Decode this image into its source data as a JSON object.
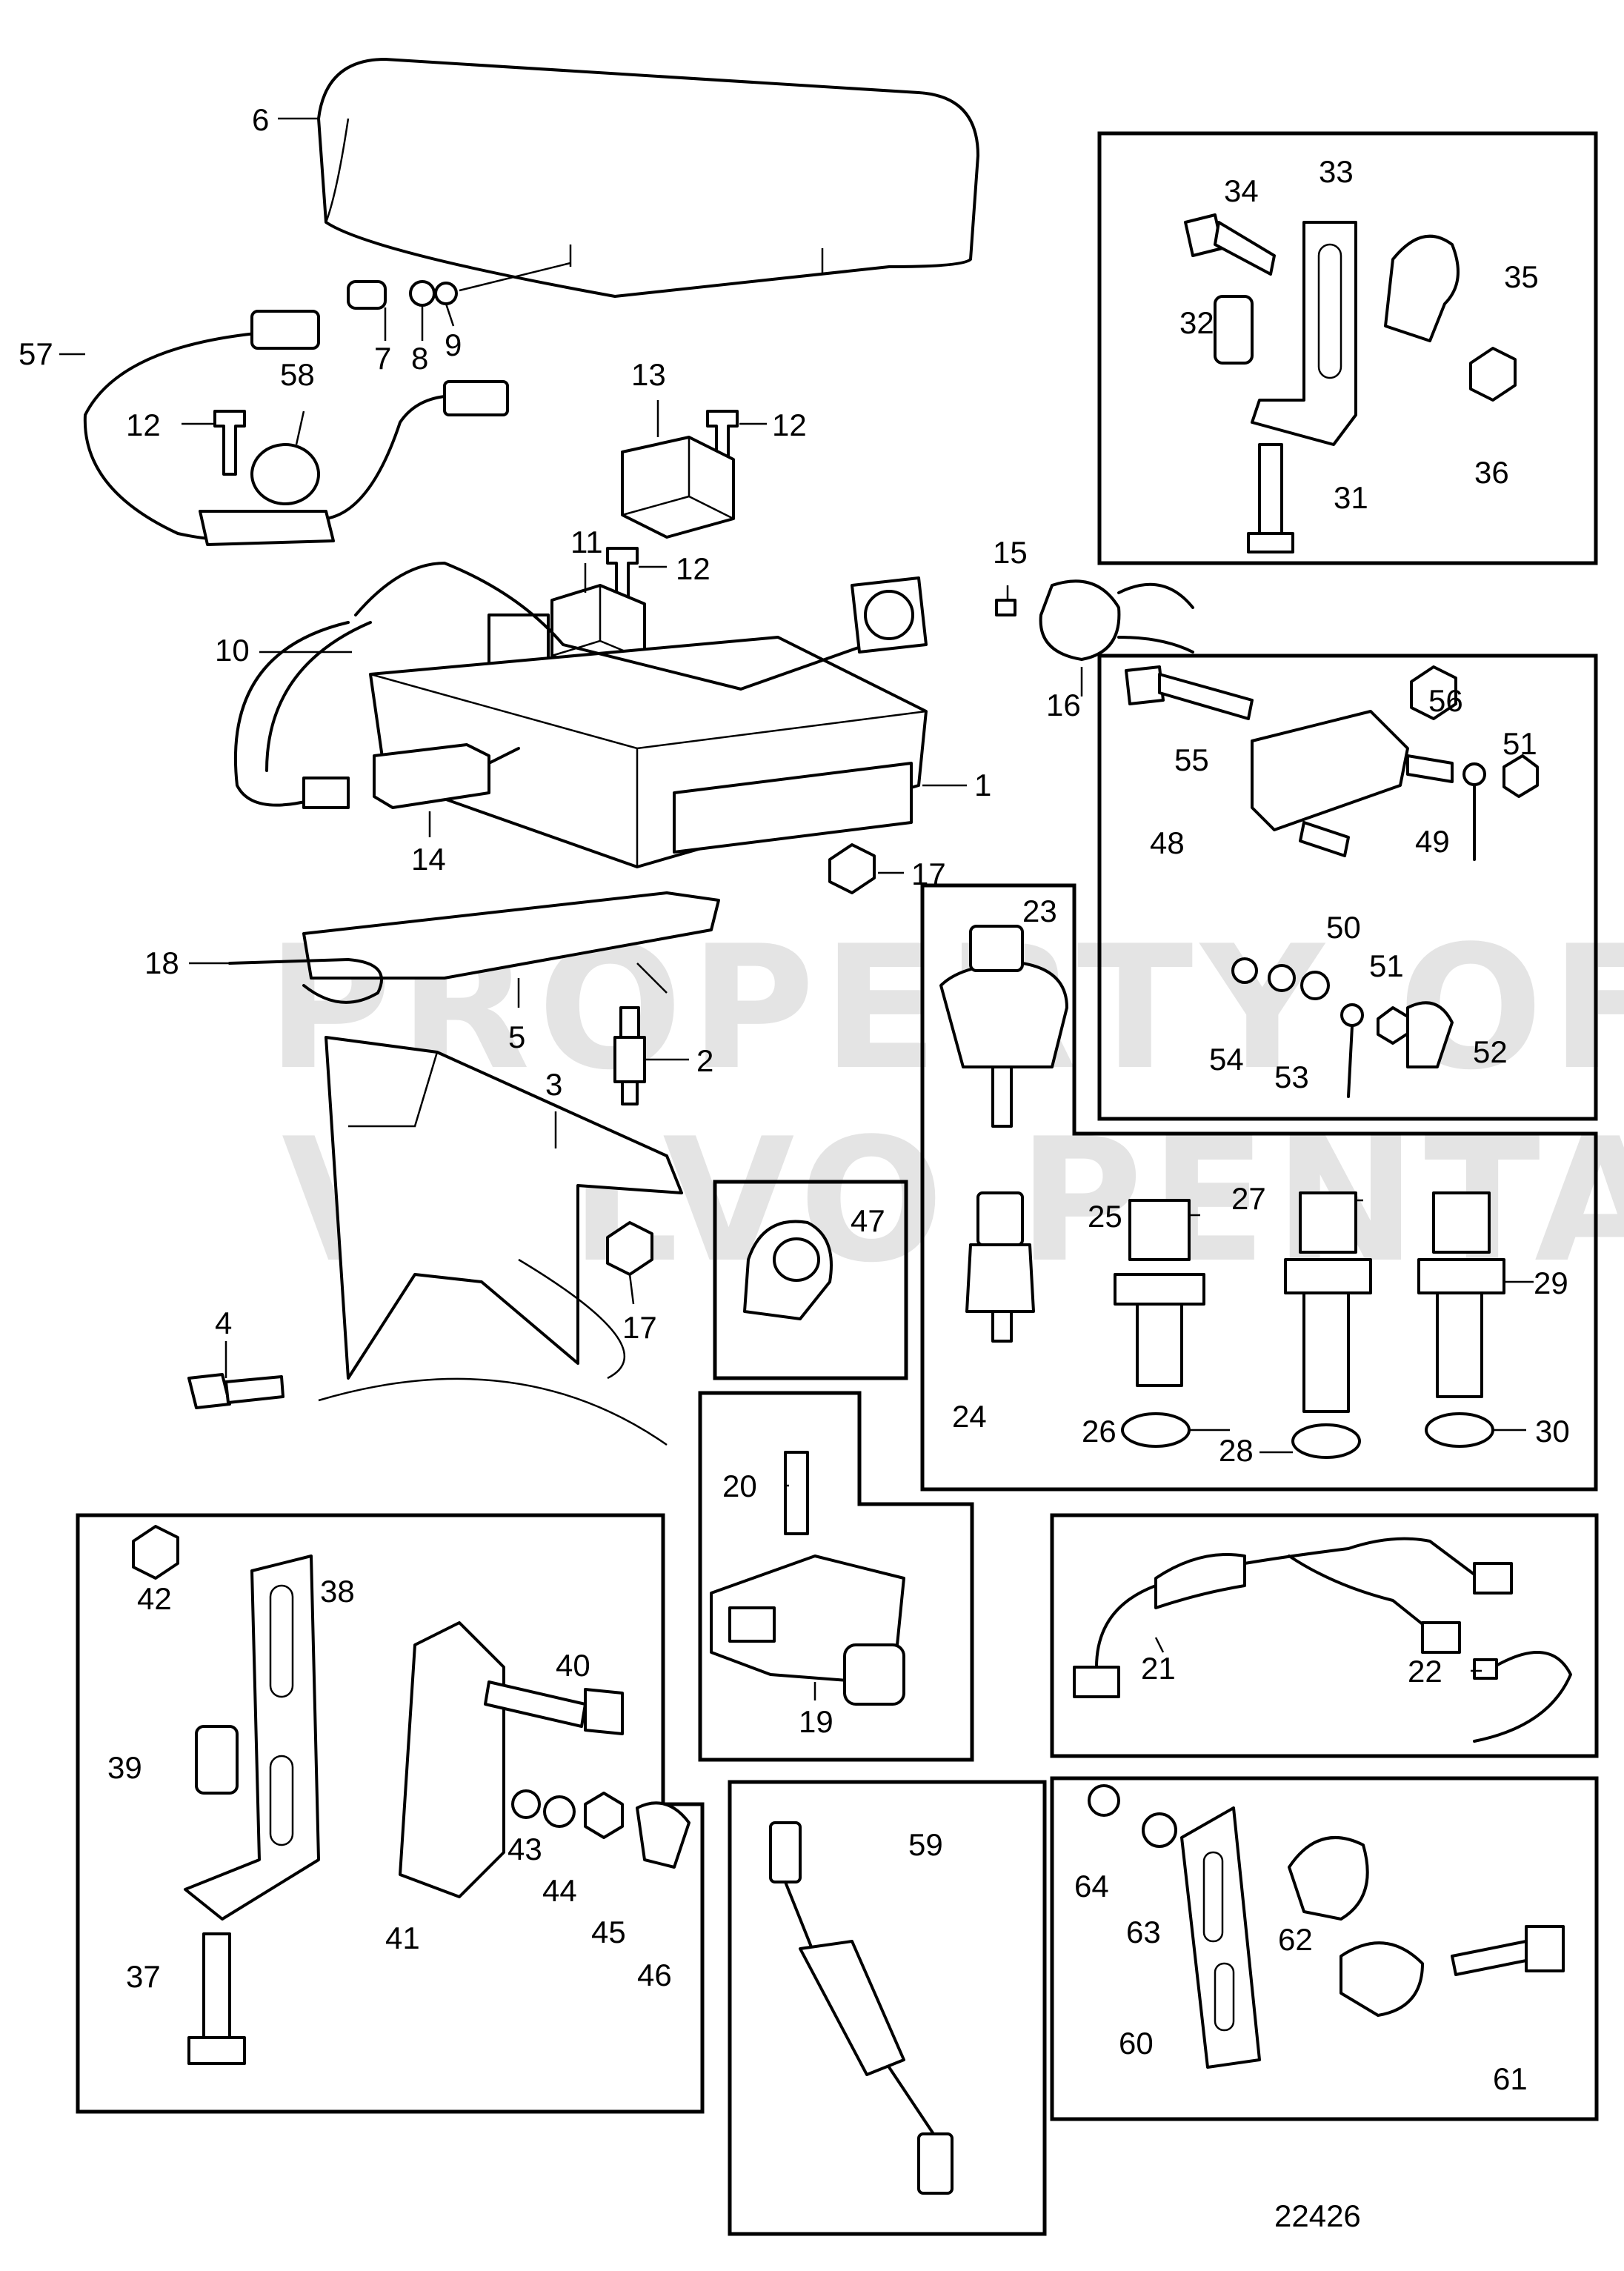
{
  "watermark": {
    "line1": "PROPERTY OF",
    "line2": "VOLVO PENTA"
  },
  "drawing_number": "22426",
  "callouts": {
    "c1": "1",
    "c2": "2",
    "c3": "3",
    "c4": "4",
    "c5": "5",
    "c6": "6",
    "c7": "7",
    "c8": "8",
    "c9": "9",
    "c10": "10",
    "c11": "11",
    "c12a": "12",
    "c12b": "12",
    "c12c": "12",
    "c13": "13",
    "c14": "14",
    "c15": "15",
    "c16": "16",
    "c17a": "17",
    "c17b": "17",
    "c18": "18",
    "c19": "19",
    "c20": "20",
    "c21": "21",
    "c22": "22",
    "c23": "23",
    "c24": "24",
    "c25": "25",
    "c26": "26",
    "c27": "27",
    "c28": "28",
    "c29": "29",
    "c30": "30",
    "c31": "31",
    "c32": "32",
    "c33": "33",
    "c34": "34",
    "c35": "35",
    "c36": "36",
    "c37": "37",
    "c38": "38",
    "c39": "39",
    "c40": "40",
    "c41": "41",
    "c42": "42",
    "c43": "43",
    "c44": "44",
    "c45": "45",
    "c46": "46",
    "c47": "47",
    "c48": "48",
    "c49": "49",
    "c50": "50",
    "c51a": "51",
    "c51b": "51",
    "c52": "52",
    "c53": "53",
    "c54": "54",
    "c55": "55",
    "c56": "56",
    "c57": "57",
    "c58": "58",
    "c59": "59",
    "c60": "60",
    "c61": "61",
    "c62": "62",
    "c63": "63",
    "c64": "64"
  }
}
